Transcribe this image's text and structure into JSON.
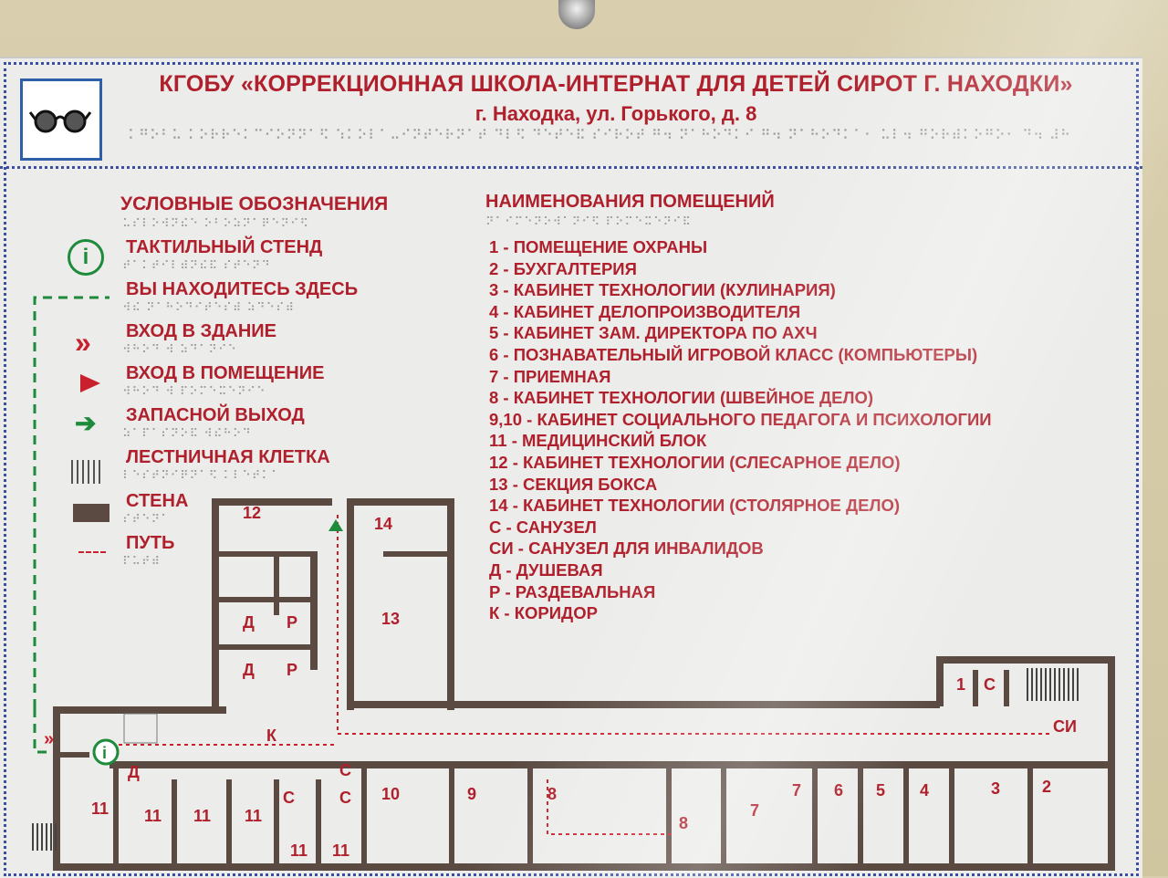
{
  "header": {
    "title": "КГОБУ «КОРРЕКЦИОННАЯ ШКОЛА-ИНТЕРНАТ ДЛЯ ДЕТЕЙ СИРОТ Г. НАХОДКИ»",
    "address": "г. Находка, ул. Горького, д. 8",
    "braille": "⠅⠛⠕⠃⠥ ⠅⠕⠗⠗⠑⠅⠉⠊⠕⠝⠝⠁⠫ ⠱⠅⠕⠇⠁⠤⠊⠝⠞⠑⠗⠝⠁⠞ ⠙⠇⠫ ⠙⠑⠞⠑⠯ ⠎⠊⠗⠕⠞ ⠛⠲ ⠝⠁⠓⠕⠙⠅⠊ ⠛⠲ ⠝⠁⠓⠕⠙⠅⠁⠂ ⠥⠇⠲ ⠛⠕⠗⠾⠅⠕⠛⠕⠂ ⠙⠲ ⠼⠓"
  },
  "legend": {
    "title": "УСЛОВНЫЕ ОБОЗНАЧЕНИЯ",
    "title_braille": "⠥⠎⠇⠕⠺⠝⠮⠑ ⠕⠃⠕⠵⠝⠁⠟⠑⠝⠊⠫",
    "items": [
      {
        "label": "ТАКТИЛЬНЫЙ СТЕНД",
        "braille": "⠞⠁⠅⠞⠊⠇⠾⠝⠮⠯ ⠎⠞⠑⠝⠙",
        "icon": "info-circle-icon"
      },
      {
        "label": "ВЫ НАХОДИТЕСЬ ЗДЕСЬ",
        "braille": "⠺⠮ ⠝⠁⠓⠕⠙⠊⠞⠑⠎⠾ ⠵⠙⠑⠎⠾",
        "icon": "you-are-here-path-icon"
      },
      {
        "label": "ВХОД В ЗДАНИЕ",
        "braille": "⠺⠓⠕⠙ ⠺ ⠵⠙⠁⠝⠊⠑",
        "icon": "double-chevron-icon"
      },
      {
        "label": "ВХОД В ПОМЕЩЕНИЕ",
        "braille": "⠺⠓⠕⠙ ⠺ ⠏⠕⠍⠑⠭⠑⠝⠊⠑",
        "icon": "triangle-arrow-icon"
      },
      {
        "label": "ЗАПАСНОЙ ВЫХОД",
        "braille": "⠵⠁⠏⠁⠎⠝⠕⠯ ⠺⠮⠓⠕⠙",
        "icon": "green-arrow-icon"
      },
      {
        "label": "ЛЕСТНИЧНАЯ КЛЕТКА",
        "braille": "⠇⠑⠎⠞⠝⠊⠟⠝⠁⠫ ⠅⠇⠑⠞⠅⠁",
        "icon": "staircase-icon"
      },
      {
        "label": "СТЕНА",
        "braille": "⠎⠞⠑⠝⠁",
        "icon": "wall-block-icon"
      },
      {
        "label": "ПУТЬ",
        "braille": "⠏⠥⠞⠾",
        "icon": "dotted-path-icon"
      }
    ]
  },
  "rooms": {
    "title": "НАИМЕНОВАНИЯ ПОМЕЩЕНИЙ",
    "title_braille": "⠝⠁⠊⠍⠑⠝⠕⠺⠁⠝⠊⠫ ⠏⠕⠍⠑⠭⠑⠝⠊⠯",
    "items": [
      "1 - ПОМЕЩЕНИЕ ОХРАНЫ",
      "2 - БУХГАЛТЕРИЯ",
      "3 - КАБИНЕТ ТЕХНОЛОГИИ (КУЛИНАРИЯ)",
      "4 - КАБИНЕТ ДЕЛОПРОИЗВОДИТЕЛЯ",
      "5 - КАБИНЕТ ЗАМ. ДИРЕКТОРА ПО АХЧ",
      "6 - ПОЗНАВАТЕЛЬНЫЙ ИГРОВОЙ КЛАСС (КОМПЬЮТЕРЫ)",
      "7 - ПРИЕМНАЯ",
      "8 - КАБИНЕТ ТЕХНОЛОГИИ (ШВЕЙНОЕ ДЕЛО)",
      "9,10 - КАБИНЕТ СОЦИАЛЬНОГО ПЕДАГОГА И ПСИХОЛОГИИ",
      "11 - МЕДИЦИНСКИЙ БЛОК",
      "12 - КАБИНЕТ ТЕХНОЛОГИИ (СЛЕСАРНОЕ ДЕЛО)",
      "13 - СЕКЦИЯ БОКСА",
      "14 - КАБИНЕТ ТЕХНОЛОГИИ (СТОЛЯРНОЕ ДЕЛО)",
      "С - САНУЗЕЛ",
      "СИ - САНУЗЕЛ ДЛЯ ИНВАЛИДОВ",
      "Д - ДУШЕВАЯ",
      "Р - РАЗДЕВАЛЬНАЯ",
      "К - КОРИДОР"
    ]
  },
  "map_labels": {
    "r12": "12",
    "r14": "14",
    "r13": "13",
    "d1": "Д",
    "p1": "Р",
    "d2": "Д",
    "p2": "Р",
    "k": "К",
    "d3": "Д",
    "c1": "С",
    "c2": "С",
    "c3": "С",
    "r11a": "11",
    "r11b": "11",
    "r11c": "11",
    "r11d": "11",
    "r11e": "11",
    "r11f": "11",
    "r10": "10",
    "r9": "9",
    "r8a": "8",
    "r8b": "8",
    "r7a": "7",
    "r7b": "7",
    "r6": "6",
    "r5": "5",
    "r4": "4",
    "r3": "3",
    "r2": "2",
    "r1": "1",
    "c4": "С",
    "si": "СИ"
  },
  "colors": {
    "red": "#b0202c",
    "wall": "#5a4a42",
    "green": "#1e8a3c",
    "blue": "#3b4fa2",
    "plate": "#ececea"
  }
}
